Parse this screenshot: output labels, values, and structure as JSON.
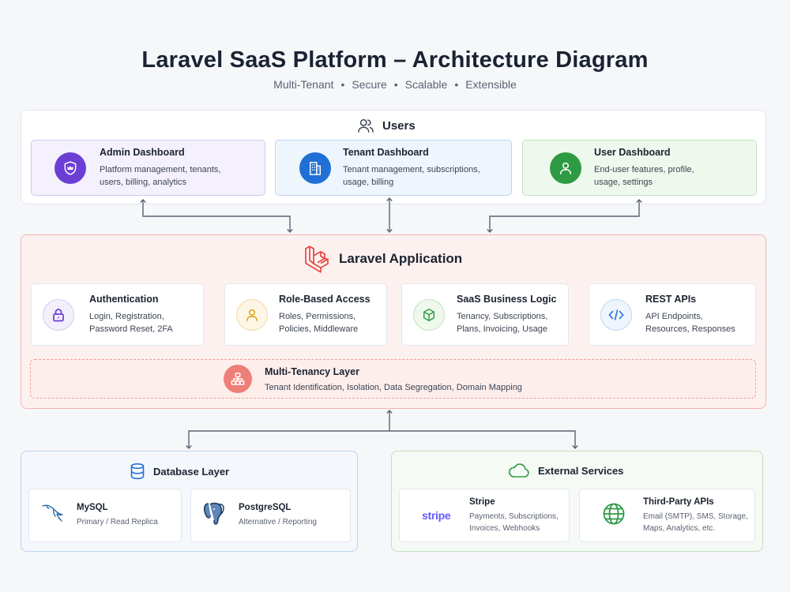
{
  "header": {
    "title": "Laravel SaaS Platform – Architecture Diagram",
    "tags": [
      "Multi-Tenant",
      "Secure",
      "Scalable",
      "Extensible"
    ]
  },
  "users": {
    "title": "Users",
    "cards": [
      {
        "title": "Admin Dashboard",
        "line1": "Platform management, tenants,",
        "line2": "users, billing, analytics"
      },
      {
        "title": "Tenant Dashboard",
        "line1": "Tenant management, subscriptions,",
        "line2": "usage, billing"
      },
      {
        "title": "User Dashboard",
        "line1": "End-user features, profile,",
        "line2": "usage, settings"
      }
    ]
  },
  "app": {
    "title": "Laravel Application",
    "cards": [
      {
        "title": "Authentication",
        "line1": "Login, Registration,",
        "line2": "Password Reset, 2FA"
      },
      {
        "title": "Role-Based Access",
        "line1": "Roles, Permissions,",
        "line2": "Policies, Middleware"
      },
      {
        "title": "SaaS Business Logic",
        "line1": "Tenancy, Subscriptions,",
        "line2": "Plans, Invoicing, Usage"
      },
      {
        "title": "REST APIs",
        "line1": "API Endpoints,",
        "line2": "Resources, Responses"
      }
    ],
    "tenancy": {
      "title": "Multi-Tenancy Layer",
      "desc": "Tenant Identification, Isolation, Data Segregation, Domain Mapping"
    }
  },
  "database": {
    "title": "Database Layer",
    "cards": [
      {
        "title": "MySQL",
        "desc": "Primary / Read Replica"
      },
      {
        "title": "PostgreSQL",
        "desc": "Alternative / Reporting"
      }
    ]
  },
  "external": {
    "title": "External Services",
    "cards": [
      {
        "logo": "stripe",
        "title": "Stripe",
        "line1": "Payments, Subscriptions,",
        "line2": "Invoices, Webhooks"
      },
      {
        "title": "Third-Party APIs",
        "line1": "Email (SMTP), SMS, Storage,",
        "line2": "Maps, Analytics, etc."
      }
    ]
  },
  "colors": {
    "admin": "#6b3fd4",
    "tenant": "#1f6fd6",
    "user": "#2e9a44",
    "laravel": "#e8453c",
    "arrow": "#5b6271"
  }
}
